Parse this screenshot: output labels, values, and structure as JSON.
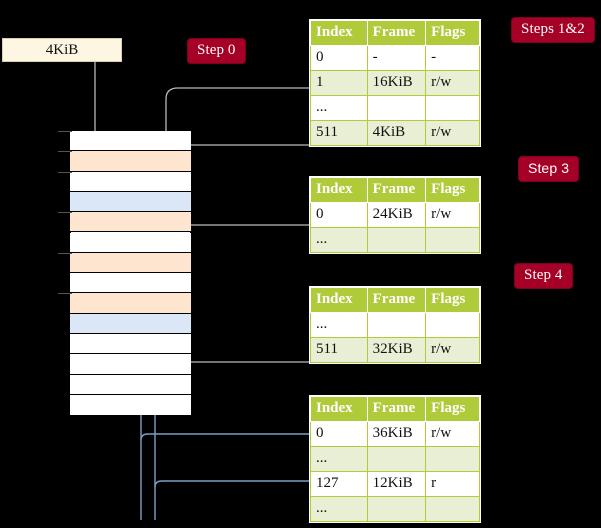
{
  "diagram": {
    "title_region": "x86-64 4-level page table walk diagram",
    "source_block": {
      "label": "4KiB"
    },
    "badges": [
      {
        "name": "step-0",
        "label": "Step 0"
      },
      {
        "name": "steps-1-2",
        "label": "Steps 1&2"
      },
      {
        "name": "step-3",
        "label": "Step 3"
      },
      {
        "name": "step-4",
        "label": "Step 4"
      }
    ],
    "colors": {
      "badge_bg": "#a50026",
      "table_header_bg": "#b0cb3a",
      "table_alt_row_bg": "#e9efd4",
      "highlight_cell_bg": "#fbfbae",
      "mem_orange": "#fde5cf",
      "mem_blue": "#dbe7f6",
      "source_box_bg": "#fdf6e3",
      "wire_gray": "#b9b9b9",
      "wire_blue": "#7f9dc4"
    },
    "memory_column": {
      "name": "physical-memory-column",
      "rows": [
        {
          "fill": "white"
        },
        {
          "fill": "orange"
        },
        {
          "fill": "white"
        },
        {
          "fill": "blue"
        },
        {
          "fill": "orange"
        },
        {
          "fill": "white"
        },
        {
          "fill": "orange"
        },
        {
          "fill": "white"
        },
        {
          "fill": "orange"
        },
        {
          "fill": "blue"
        },
        {
          "fill": "white"
        },
        {
          "fill": "white"
        },
        {
          "fill": "white"
        },
        {
          "fill": "white"
        }
      ]
    },
    "tables": [
      {
        "name": "page-table-level-1",
        "headers": [
          "Index",
          "Frame",
          "Flags"
        ],
        "rows": [
          {
            "cells": [
              "0",
              "-",
              "-"
            ],
            "alt": false,
            "highlight": false
          },
          {
            "cells": [
              "1",
              "16KiB",
              "r/w"
            ],
            "alt": true,
            "highlight": false
          },
          {
            "cells": [
              "...",
              "",
              ""
            ],
            "alt": false,
            "highlight": false
          },
          {
            "cells": [
              "511",
              "4KiB",
              "r/w"
            ],
            "alt": true,
            "highlight": true
          }
        ]
      },
      {
        "name": "page-table-level-2",
        "headers": [
          "Index",
          "Frame",
          "Flags"
        ],
        "rows": [
          {
            "cells": [
              "0",
              "24KiB",
              "r/w"
            ],
            "alt": false,
            "highlight": false
          },
          {
            "cells": [
              "...",
              "",
              ""
            ],
            "alt": true,
            "highlight": false
          }
        ]
      },
      {
        "name": "page-table-level-3",
        "headers": [
          "Index",
          "Frame",
          "Flags"
        ],
        "rows": [
          {
            "cells": [
              "...",
              "",
              ""
            ],
            "alt": false,
            "highlight": false
          },
          {
            "cells": [
              "511",
              "32KiB",
              "r/w"
            ],
            "alt": true,
            "highlight": false
          }
        ]
      },
      {
        "name": "page-table-level-4",
        "headers": [
          "Index",
          "Frame",
          "Flags"
        ],
        "rows": [
          {
            "cells": [
              "0",
              "36KiB",
              "r/w"
            ],
            "alt": false,
            "highlight": false
          },
          {
            "cells": [
              "...",
              "",
              ""
            ],
            "alt": true,
            "highlight": false
          },
          {
            "cells": [
              "127",
              "12KiB",
              "r"
            ],
            "alt": false,
            "highlight": false
          },
          {
            "cells": [
              "...",
              "",
              ""
            ],
            "alt": true,
            "highlight": false
          }
        ]
      }
    ]
  }
}
